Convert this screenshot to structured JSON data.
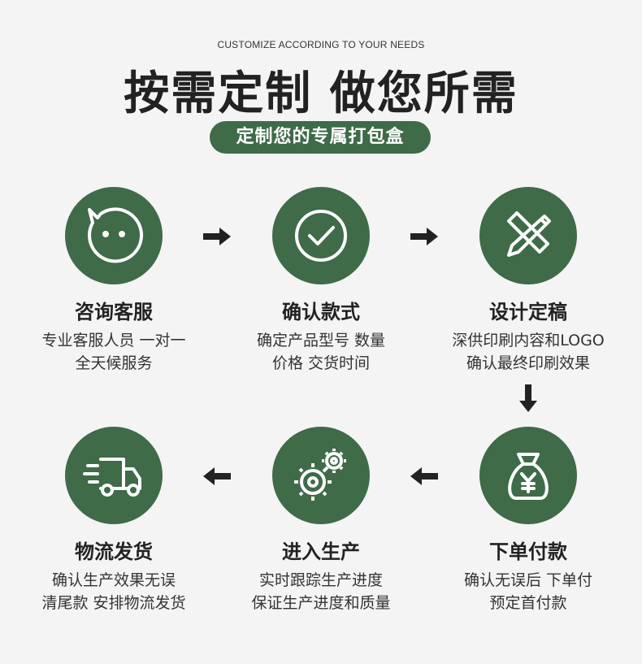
{
  "header": {
    "subtitle_en": "CUSTOMIZE ACCORDING TO YOUR NEEDS",
    "title": "按需定制 做您所需",
    "pill": "定制您的专属打包盒"
  },
  "colors": {
    "accent": "#3f6b48",
    "arrow": "#222222"
  },
  "steps": [
    {
      "title": "咨询客服",
      "desc1": "专业客服人员 一对一",
      "desc2": "全天候服务",
      "icon": "chat-face-icon"
    },
    {
      "title": "确认款式",
      "desc1": "确定产品型号 数量",
      "desc2": "价格 交货时间",
      "icon": "check-circle-icon"
    },
    {
      "title": "设计定稿",
      "desc1": "深供印刷内容和LOGO",
      "desc2": "确认最终印刷效果",
      "icon": "pencil-ruler-icon"
    },
    {
      "title": "下单付款",
      "desc1": "确认无误后 下单付",
      "desc2": "预定首付款",
      "icon": "money-bag-icon"
    },
    {
      "title": "进入生产",
      "desc1": "实时跟踪生产进度",
      "desc2": "保证生产进度和质量",
      "icon": "gears-icon"
    },
    {
      "title": "物流发货",
      "desc1": "确认生产效果无误",
      "desc2": "清尾款 安排物流发货",
      "icon": "delivery-truck-icon"
    }
  ]
}
